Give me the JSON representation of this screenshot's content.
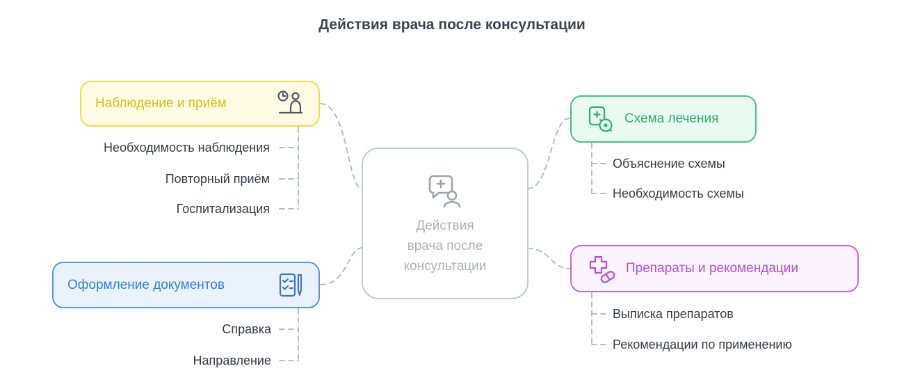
{
  "title": "Действия врача после консультации",
  "center": {
    "icon": "consultation-chat-icon",
    "lines": [
      "Действия",
      "врача после",
      "консультации"
    ]
  },
  "branches": [
    {
      "id": "observation",
      "label": "Наблюдение и приём",
      "icon": "appointment-clock-icon",
      "accent_color": "#e9e03d",
      "fill_color": "#fdfbe4",
      "label_color": "#cfc316",
      "leaves": [
        "Необходимость наблюдения",
        "Повторный приём",
        "Госпитализация"
      ]
    },
    {
      "id": "documents",
      "label": "Оформление документов",
      "icon": "document-pen-icon",
      "accent_color": "#5596dc",
      "fill_color": "#eaf3fc",
      "label_color": "#2f7fd1",
      "leaves": [
        "Справка",
        "Направление"
      ]
    },
    {
      "id": "treatment",
      "label": "Схема лечения",
      "icon": "treatment-plan-icon",
      "accent_color": "#44c183",
      "fill_color": "#e9faf2",
      "label_color": "#2bae6b",
      "leaves": [
        "Объяснение схемы",
        "Необходимость схемы"
      ]
    },
    {
      "id": "medication",
      "label": "Препараты и рекомендации",
      "icon": "medication-cross-pill-icon",
      "accent_color": "#be6be0",
      "fill_color": "#fbf3fe",
      "label_color": "#b44fd8",
      "leaves": [
        "Выписка препаратов",
        "Рекомендации по применению"
      ]
    }
  ],
  "connector_color": "#b6bcc4"
}
